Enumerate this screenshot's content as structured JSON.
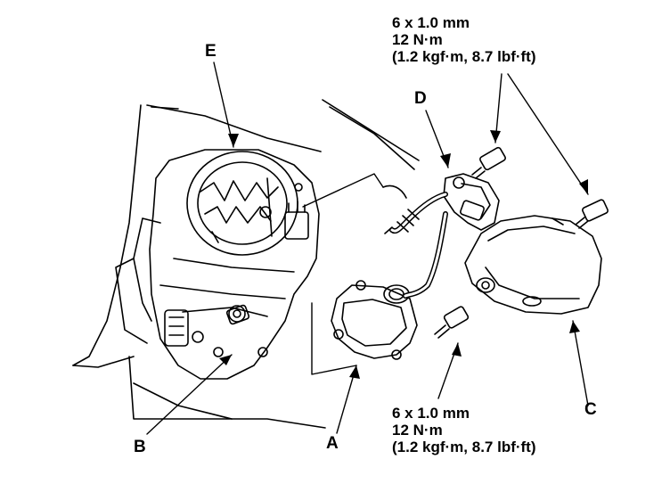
{
  "callouts": {
    "top": {
      "size": "6 x 1.0 mm",
      "torque": "12 N·m",
      "alt": "(1.2 kgf·m, 8.7 lbf·ft)"
    },
    "bottom": {
      "size": "6 x 1.0 mm",
      "torque": "12 N·m",
      "alt": "(1.2 kgf·m, 8.7 lbf·ft)"
    }
  },
  "labels": {
    "a": "A",
    "b": "B",
    "c": "C",
    "d": "D",
    "e": "E"
  },
  "colors": {
    "ink": "#000000",
    "paper": "#ffffff"
  }
}
